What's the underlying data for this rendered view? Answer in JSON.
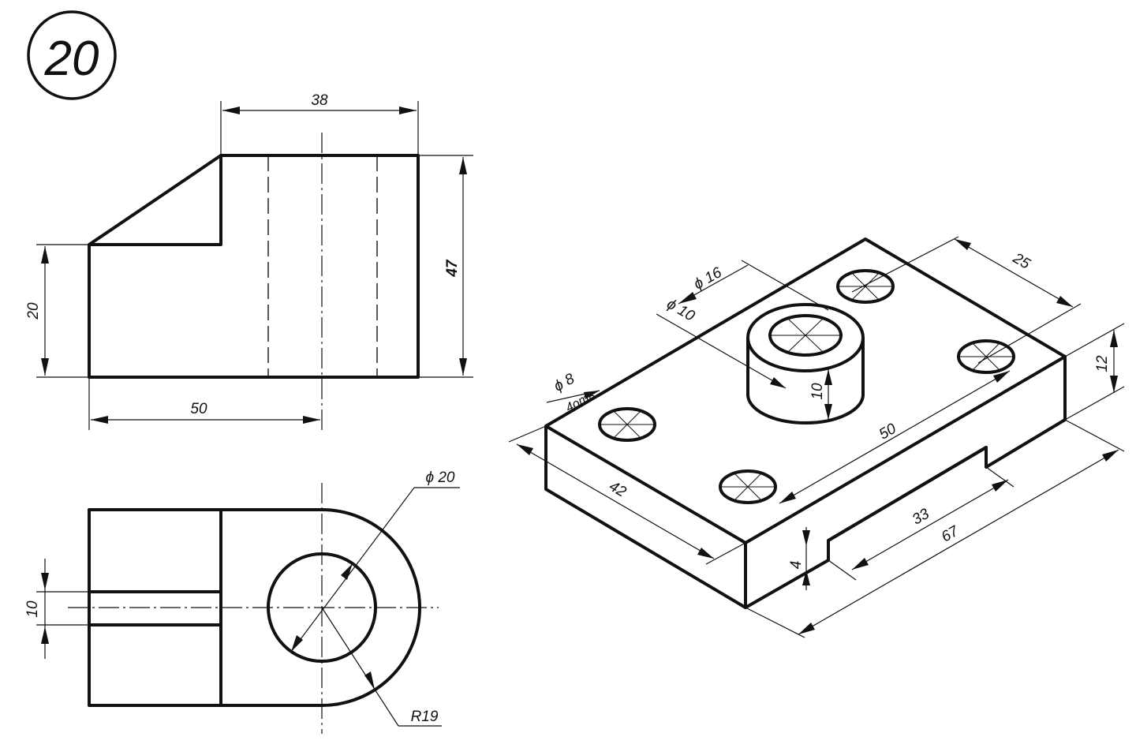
{
  "sheet": {
    "number": "20"
  },
  "front_view": {
    "dims": {
      "top_width": "38",
      "total_height": "47",
      "left_height": "20",
      "bottom_width": "50"
    }
  },
  "top_view": {
    "dims": {
      "slot_width": "10",
      "hole_diameter": "ϕ 20",
      "outer_radius": "R19"
    }
  },
  "isometric_view": {
    "dims": {
      "boss_outer": "ϕ 16",
      "boss_inner": "ϕ 10",
      "corner_holes": "ϕ 8",
      "corner_holes_count": "4отв.",
      "hole_spacing": "25",
      "plate_thickness": "12",
      "boss_height": "10",
      "hole_span": "50",
      "plate_width": "42",
      "slot_length": "33",
      "plate_length": "67",
      "slot_depth": "4"
    }
  }
}
